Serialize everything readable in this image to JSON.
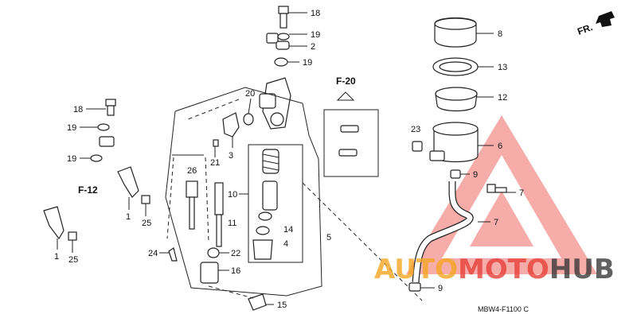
{
  "callouts": {
    "c18a": "18",
    "c19a": "19",
    "c2": "2",
    "c19b": "19",
    "c8": "8",
    "c13": "13",
    "c12": "12",
    "c6": "6",
    "c23": "23",
    "c9a": "9",
    "c7a": "7",
    "c7b": "7",
    "c9b": "9",
    "c18b": "18",
    "c19c": "19",
    "c19d": "19",
    "c20": "20",
    "c3": "3",
    "c21": "21",
    "c26": "26",
    "c10": "10",
    "c11": "11",
    "c14": "14",
    "c4": "4",
    "c5": "5",
    "c1a": "1",
    "c25a": "25",
    "c1b": "1",
    "c25b": "25",
    "c24": "24",
    "c22": "22",
    "c16": "16",
    "c15": "15"
  },
  "refs": {
    "f20": "F-20",
    "f12": "F-12",
    "fr": "FR."
  },
  "diagram_code": "MBW4-F1100 C",
  "watermark": {
    "part1": "AUTO",
    "part2": "MOTO",
    "part3": "HUB",
    "color_orange": "#F5A623",
    "color_red": "#E8413A",
    "color_dark": "#3A3A3A"
  }
}
